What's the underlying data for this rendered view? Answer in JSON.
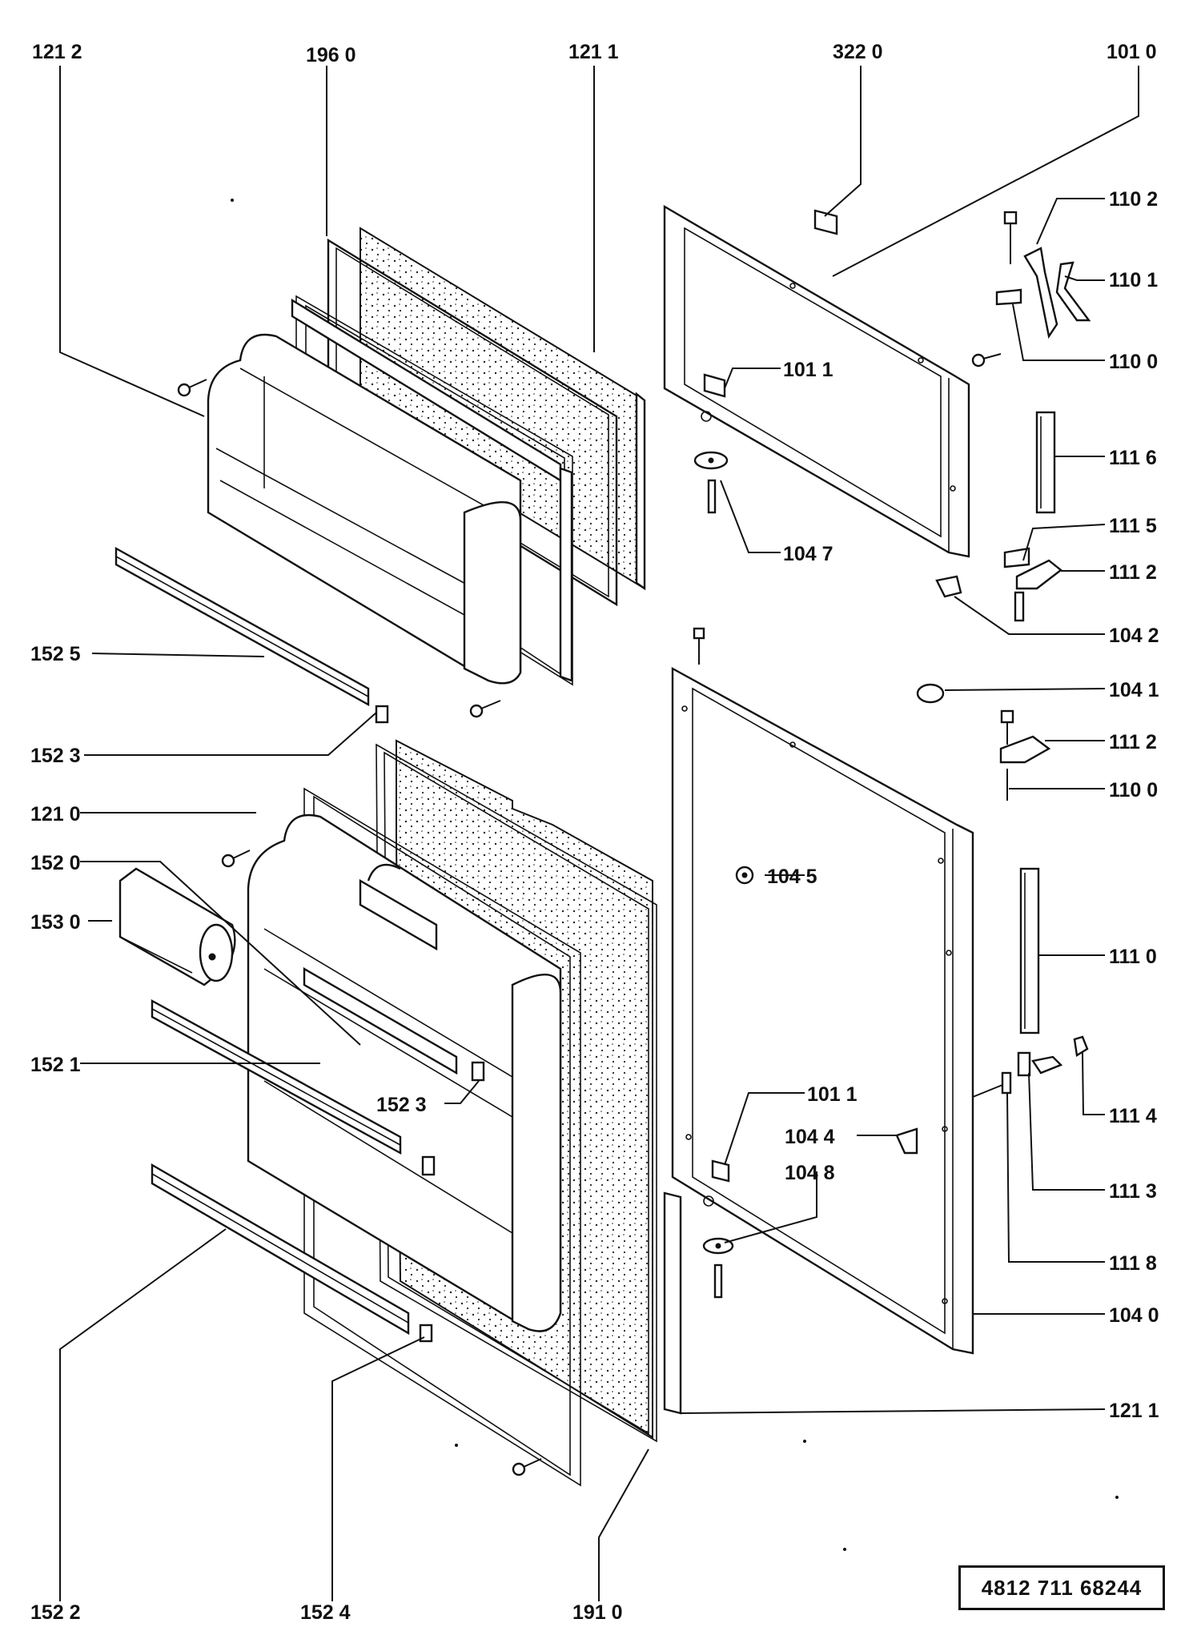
{
  "title": "Door assembly exploded parts diagram",
  "document_number": "4812  711  68244",
  "labels": {
    "l1212": "121 2",
    "l1960": "196 0",
    "l1211_top": "121 1",
    "l3220": "322 0",
    "l1010": "101 0",
    "l1102": "110 2",
    "l1101": "110 1",
    "l1100_top": "110 0",
    "l1011_top": "101 1",
    "l1116": "111 6",
    "l1047": "104 7",
    "l1115": "111 5",
    "l1112_top": "111 2",
    "l1042": "104 2",
    "l1525": "152 5",
    "l1523_left": "152 3",
    "l1041": "104 1",
    "l1112_bot": "111 2",
    "l1210": "121 0",
    "l1100_bot": "110 0",
    "l1520": "152 0",
    "l1045": "104 5",
    "l1530": "153 0",
    "l1110": "111 0",
    "l1521": "152 1",
    "l1523_mid": "152 3",
    "l1011_bot": "101 1",
    "l1114": "111 4",
    "l1044": "104 4",
    "l1048": "104 8",
    "l1113": "111 3",
    "l1118": "111 8",
    "l1040": "104 0",
    "l1211_bot": "121 1",
    "l1522": "152 2",
    "l1524": "152 4",
    "l1910": "191 0"
  }
}
